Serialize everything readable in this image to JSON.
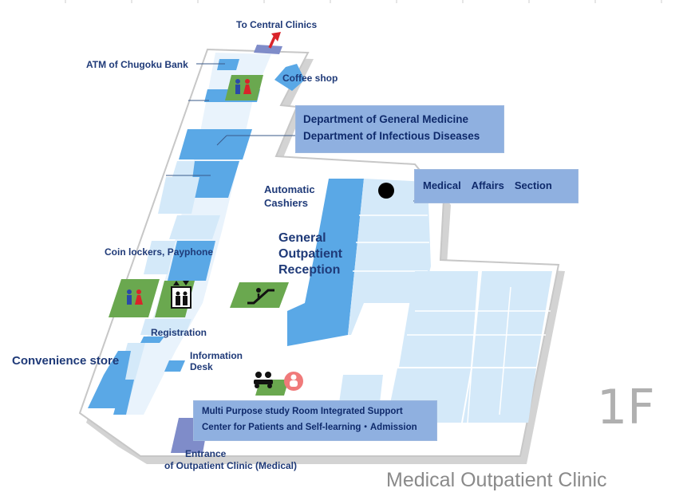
{
  "labels": {
    "central": "To Central Clinics",
    "atm": "ATM of Chugoku Bank",
    "coffee": "Coffee shop",
    "auto1": "Automatic",
    "auto2": "Cashiers",
    "gen1": "General",
    "gen2": "Outpatient",
    "gen3": "Reception",
    "coin": "Coin lockers, Payphone",
    "registration": "Registration",
    "info1": "Information",
    "info2": "Desk",
    "convenience": "Convenience store",
    "entr1": "Entrance",
    "entr2": "of Outpatient Clinic (Medical)"
  },
  "boxes": {
    "dept1": "Department of General Medicine",
    "dept2": "Department of Infectious Diseases",
    "medical": "Medical　Affairs　Section",
    "multi1": "Multi Purpose study Room Integrated Support",
    "multi2": "Center for Patients and Self-learning・Admission"
  },
  "floor": "1F",
  "building": "Medical Outpatient Clinic",
  "colors": {
    "room": "#5aa8e6",
    "room_light": "#d4e9f9",
    "toilet_bg": "#6aa84f",
    "label_box": "#8fb0e0",
    "text": "#1f3a78",
    "arrow": "#d9242a"
  },
  "icons": [
    "restroom-icon",
    "elevator-icon",
    "escalator-icon",
    "consultation-icon",
    "nursing-icon",
    "up-arrow-icon",
    "current-location-marker"
  ]
}
